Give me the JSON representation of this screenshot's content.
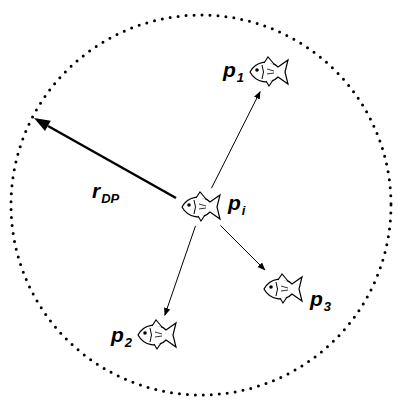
{
  "diagram": {
    "nodes": [
      {
        "text": [
          "p1"
        ]
      },
      {
        "text": [
          "pi"
        ]
      },
      {
        "text": [
          "p3"
        ]
      },
      {
        "text": [
          "p2"
        ]
      }
    ],
    "edges": [
      {
        "from": 1,
        "to": 0,
        "arrow": "to"
      },
      {
        "from": 1,
        "to": 3,
        "arrow": "to"
      },
      {
        "from": 1,
        "to": 2,
        "arrow": "to"
      }
    ],
    "labels": [
      "rDP"
    ]
  }
}
